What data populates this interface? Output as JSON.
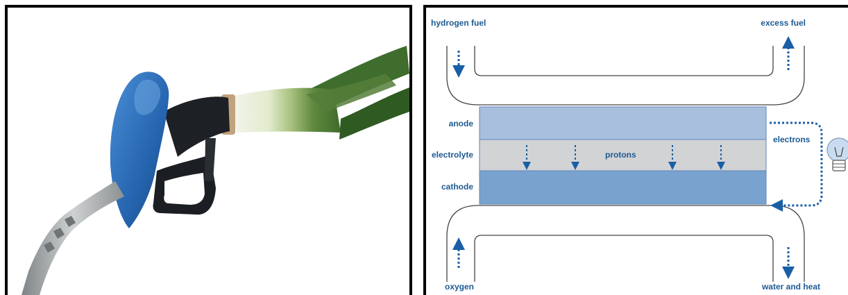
{
  "photo": {
    "subject": "fuel-pump-nozzle-with-leek-hose",
    "colors": {
      "nozzle_blue": "#2d6db5",
      "handle_black": "#1b1e22",
      "spout_silver": "#a9adae",
      "leek_green": "#4a7a34",
      "leek_white": "#eef0e2"
    }
  },
  "fuel_cell": {
    "labels": {
      "hydrogen_fuel": "hydrogen fuel",
      "excess_fuel": "excess fuel",
      "anode": "anode",
      "electrolyte": "electrolyte",
      "cathode": "cathode",
      "protons": "protons",
      "electrons": "electrons",
      "oxygen": "oxygen",
      "water_and_heat": "water and heat"
    },
    "colors": {
      "label": "#1c5a92",
      "arrow": "#1a5fa6",
      "anode_fill": "#a8bfde",
      "electrolyte_fill": "#d2d3d5",
      "cathode_fill": "#7aa2cf",
      "layer_border": "#5b86b8",
      "bulb": "#c9dcef"
    }
  }
}
